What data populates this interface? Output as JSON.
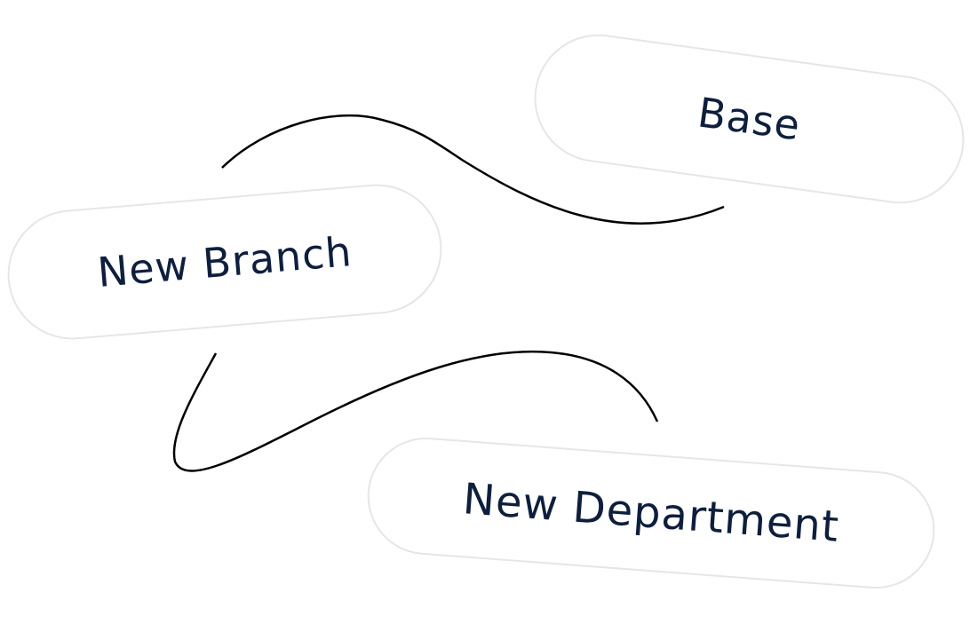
{
  "diagram": {
    "nodes": [
      {
        "id": "base",
        "label": "Base"
      },
      {
        "id": "new_branch",
        "label": "New Branch"
      },
      {
        "id": "new_department",
        "label": "New Department"
      }
    ],
    "edges": [
      {
        "from": "new_branch",
        "to": "base"
      },
      {
        "from": "new_branch",
        "to": "new_department"
      }
    ],
    "colors": {
      "text": "#0e1f3d",
      "pill_border": "#e6e6e6",
      "connector": "#000000",
      "background": "#ffffff"
    }
  }
}
